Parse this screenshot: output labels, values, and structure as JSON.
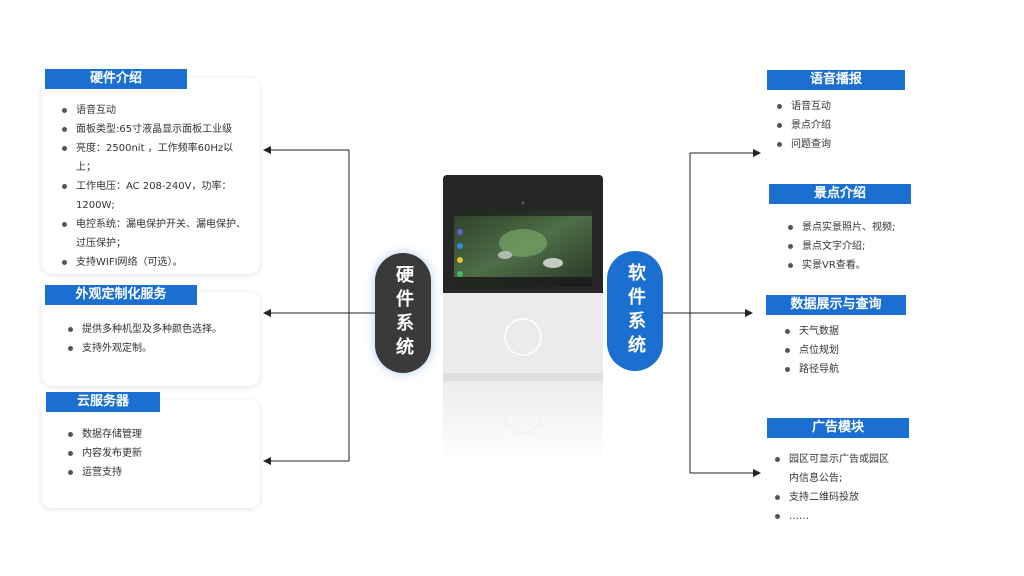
{
  "hardware": {
    "pill": "硬件系统",
    "cards": [
      {
        "title": "硬件介绍",
        "items": [
          "语音互动",
          "面板类型:65寸液晶显示面板工业级",
          "亮度：2500nit ，工作频率60Hz以上；",
          "工作电压：AC 208-240V，功率：1200W;",
          "电控系统：漏电保护开关、漏电保护、过压保护；",
          "支持WIFI网络（可选）。"
        ]
      },
      {
        "title": "外观定制化服务",
        "items": [
          "提供多种机型及多种颜色选择。",
          "支持外观定制。"
        ]
      },
      {
        "title": "云服务器",
        "items": [
          "数据存储管理",
          "内容发布更新",
          "运营支持"
        ]
      }
    ]
  },
  "software": {
    "pill": "软件系统",
    "sections": [
      {
        "title": "语音播报",
        "items": [
          "语音互动",
          "景点介绍",
          "问题查询"
        ]
      },
      {
        "title": "景点介绍",
        "items": [
          "景点实景照片、视频;",
          "景点文字介绍;",
          "实景VR查看。"
        ]
      },
      {
        "title": "数据展示与查询",
        "items": [
          "天气数据",
          "点位规划",
          "路径导航"
        ]
      },
      {
        "title": "广告模块",
        "items": [
          "园区可显示广告或园区内信息公告;",
          "支持二维码投放",
          "……"
        ]
      }
    ]
  },
  "colors": {
    "accent": "#1a6fd0",
    "dark_pill": "#3a3a3a"
  }
}
